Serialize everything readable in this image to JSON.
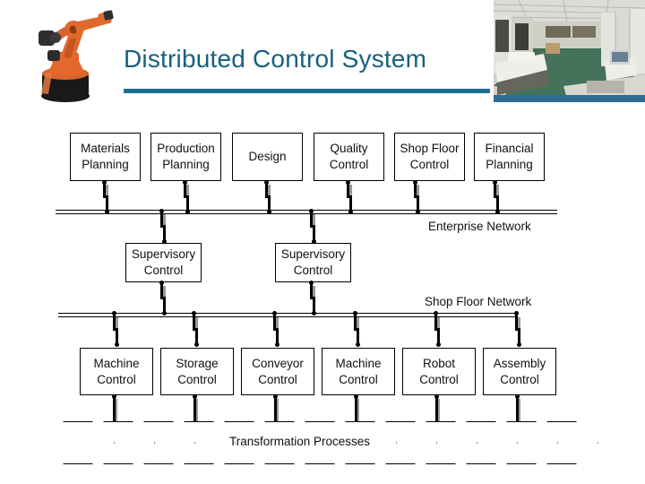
{
  "header": {
    "title": "Distributed Control System",
    "title_color": "#17607f",
    "rule_color": "#1c6f93",
    "robot_icon": "industrial-robot-arm-photo",
    "photo_icon": "factory-floor-photo"
  },
  "diagram": {
    "enterprise_row": [
      {
        "line1": "Materials",
        "line2": "Planning"
      },
      {
        "line1": "Production",
        "line2": "Planning"
      },
      {
        "line1": "Design",
        "line2": ""
      },
      {
        "line1": "Quality",
        "line2": "Control"
      },
      {
        "line1": "Shop Floor",
        "line2": "Control"
      },
      {
        "line1": "Financial",
        "line2": "Planning"
      }
    ],
    "enterprise_network_label": "Enterprise Network",
    "supervisory_row": [
      {
        "line1": "Supervisory",
        "line2": "Control"
      },
      {
        "line1": "Supervisory",
        "line2": "Control"
      }
    ],
    "shop_floor_network_label": "Shop Floor Network",
    "device_row": [
      {
        "line1": "Machine",
        "line2": "Control"
      },
      {
        "line1": "Storage",
        "line2": "Control"
      },
      {
        "line1": "Conveyor",
        "line2": "Control"
      },
      {
        "line1": "Machine",
        "line2": "Control"
      },
      {
        "line1": "Robot",
        "line2": "Control"
      },
      {
        "line1": "Assembly",
        "line2": "Control"
      }
    ],
    "transformation_label": "Transformation Processes",
    "chevron_count": 13,
    "box_border_color": "#000000",
    "box_fill_color": "#ffffff",
    "connector_color": "#000000",
    "connector_shadow_color": "#9a9a9a"
  }
}
